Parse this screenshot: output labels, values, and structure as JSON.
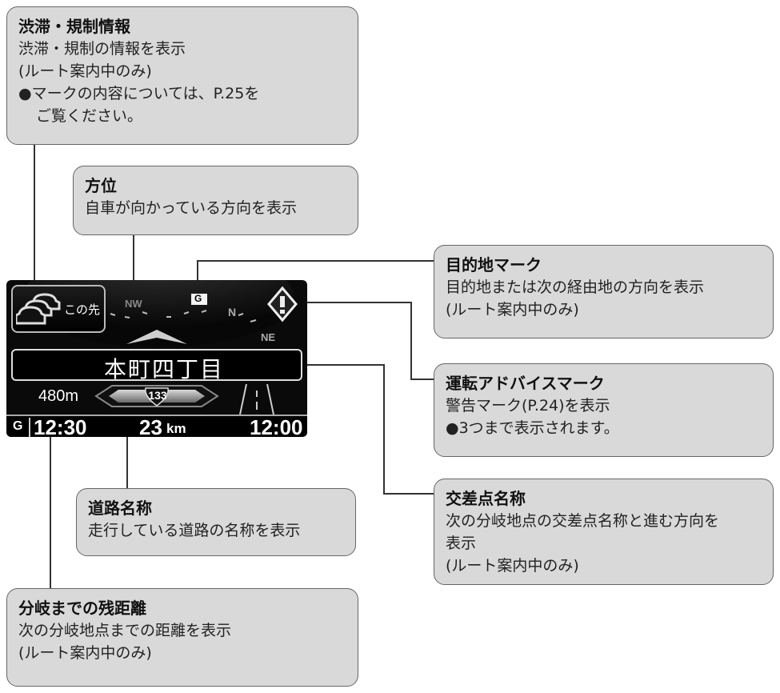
{
  "callouts": {
    "traffic": {
      "title": "渋滞・規制情報",
      "line1": "渋滞・規制の情報を表示",
      "line2": "(ルート案内中のみ)",
      "bullet": "●マークの内容については、P.25を",
      "bullet_cont": "ご覧ください。"
    },
    "heading": {
      "title": "方位",
      "line1": "自車が向かっている方向を表示"
    },
    "destination": {
      "title": "目的地マーク",
      "line1": "目的地または次の経由地の方向を表示",
      "line2": "(ルート案内中のみ)"
    },
    "advice": {
      "title": "運転アドバイスマーク",
      "line1": "警告マーク(P.24)を表示",
      "bullet": "●3つまで表示されます。"
    },
    "intersection": {
      "title": "交差点名称",
      "line1": "次の分岐地点の交差点名称と進む方向を",
      "line2": "表示",
      "line3": "(ルート案内中のみ)"
    },
    "road": {
      "title": "道路名称",
      "line1": "走行している道路の名称を表示"
    },
    "distance": {
      "title": "分岐までの残距離",
      "line1": "次の分岐地点までの距離を表示",
      "line2": "(ルート案内中のみ)"
    }
  },
  "screen": {
    "jam_label": "この先",
    "compass": {
      "nw": "NW",
      "n": "N",
      "ne": "NE",
      "dest_mark": "G"
    },
    "intersection_name": "本町四丁目",
    "distance": "480m",
    "route_number": "133",
    "bottom": {
      "g_label": "G",
      "arrival_time": "12:30",
      "remaining_km": "23",
      "km_unit": "km",
      "clock": "12:00"
    }
  },
  "colors": {
    "callout_fill": "#d9d9d9",
    "callout_border": "#666666",
    "screen_bg": "#0a0a0a"
  }
}
